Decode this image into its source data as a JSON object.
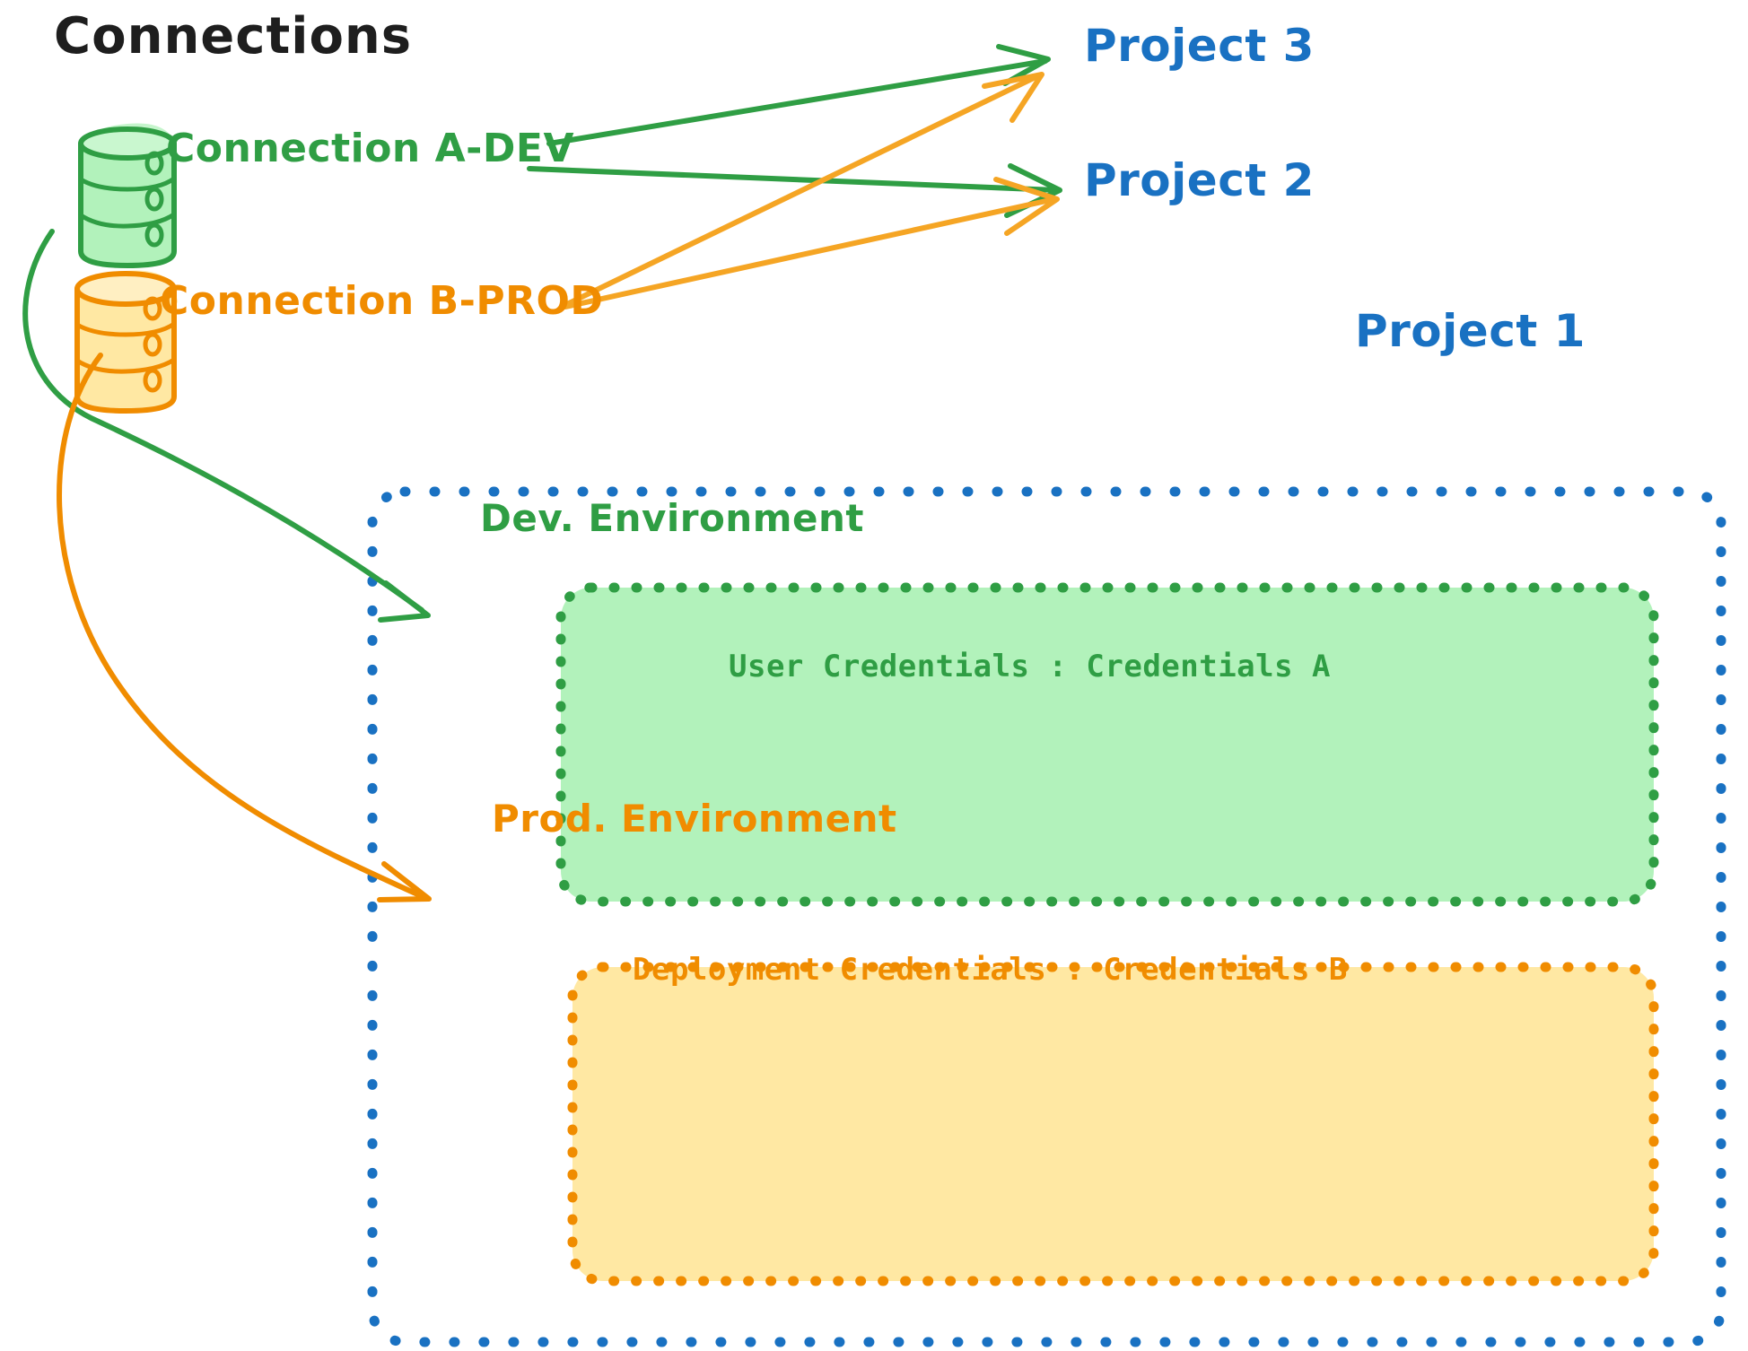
{
  "diagram": {
    "title": "Connections",
    "colors": {
      "green_stroke": "#2f9e44",
      "green_fill": "#b2f2bb",
      "orange_stroke": "#f08c00",
      "orange_fill": "#ffe8a3",
      "blue_stroke": "#1971c2",
      "black_text": "#1e1e1e"
    },
    "connections": [
      {
        "id": "a-dev",
        "label": "Connection A-DEV",
        "color": "#2f9e44",
        "icon": "database-icon"
      },
      {
        "id": "b-prod",
        "label": "Connection B-PROD",
        "color": "#f08c00",
        "icon": "database-icon"
      }
    ],
    "projects": [
      {
        "id": "project-3",
        "label": "Project 3"
      },
      {
        "id": "project-2",
        "label": "Project 2"
      },
      {
        "id": "project-1",
        "label": "Project 1"
      }
    ],
    "environments": [
      {
        "id": "dev",
        "title": "Dev. Environment",
        "credentials_label": "User Credentials",
        "credentials_value": "Credentials A",
        "credentials_line": "User Credentials : Credentials A",
        "color": "#2f9e44",
        "fill": "#b2f2bb"
      },
      {
        "id": "prod",
        "title": "Prod. Environment",
        "credentials_label": "Deployment Credentials",
        "credentials_value": "Credentials B",
        "credentials_line": "Deployment Credentials : Credentials B",
        "color": "#f08c00",
        "fill": "#ffe8a3"
      }
    ],
    "edges": [
      {
        "from": "a-dev",
        "to": "project-3",
        "color": "#2f9e44"
      },
      {
        "from": "a-dev",
        "to": "project-2",
        "color": "#2f9e44"
      },
      {
        "from": "a-dev",
        "to": "dev",
        "color": "#2f9e44"
      },
      {
        "from": "b-prod",
        "to": "project-3",
        "color": "#f5a524"
      },
      {
        "from": "b-prod",
        "to": "project-2",
        "color": "#f5a524"
      },
      {
        "from": "b-prod",
        "to": "prod",
        "color": "#f08c00"
      }
    ]
  }
}
